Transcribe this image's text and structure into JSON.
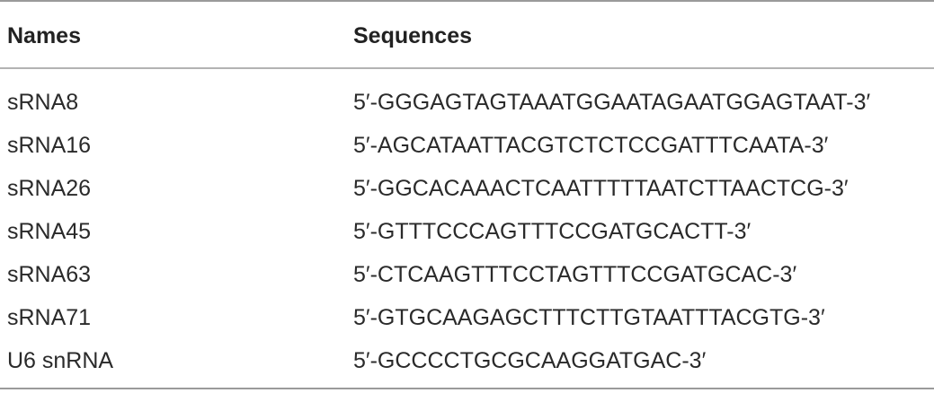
{
  "table": {
    "headers": {
      "names": "Names",
      "sequences": "Sequences"
    },
    "rows": [
      {
        "name": "sRNA8",
        "sequence": "5′-GGGAGTAGTAAATGGAATAGAATGGAGTAAT-3′"
      },
      {
        "name": "sRNA16",
        "sequence": "5′-AGCATAATTACGTCTCTCCGATTTCAATA-3′"
      },
      {
        "name": "sRNA26",
        "sequence": "5′-GGCACAAACTCAATTTTTAATCTTAACTCG-3′"
      },
      {
        "name": "sRNA45",
        "sequence": "5′-GTTTCCCAGTTTCCGATGCACTT-3′"
      },
      {
        "name": "sRNA63",
        "sequence": "5′-CTCAAGTTTCCTAGTTTCCGATGCAC-3′"
      },
      {
        "name": "sRNA71",
        "sequence": "5′-GTGCAAGAGCTTTCTTGTAATTTACGTG-3′"
      },
      {
        "name": "U6 snRNA",
        "sequence": "5′-GCCCCTGCGCAAGGATGAC-3′"
      }
    ]
  }
}
